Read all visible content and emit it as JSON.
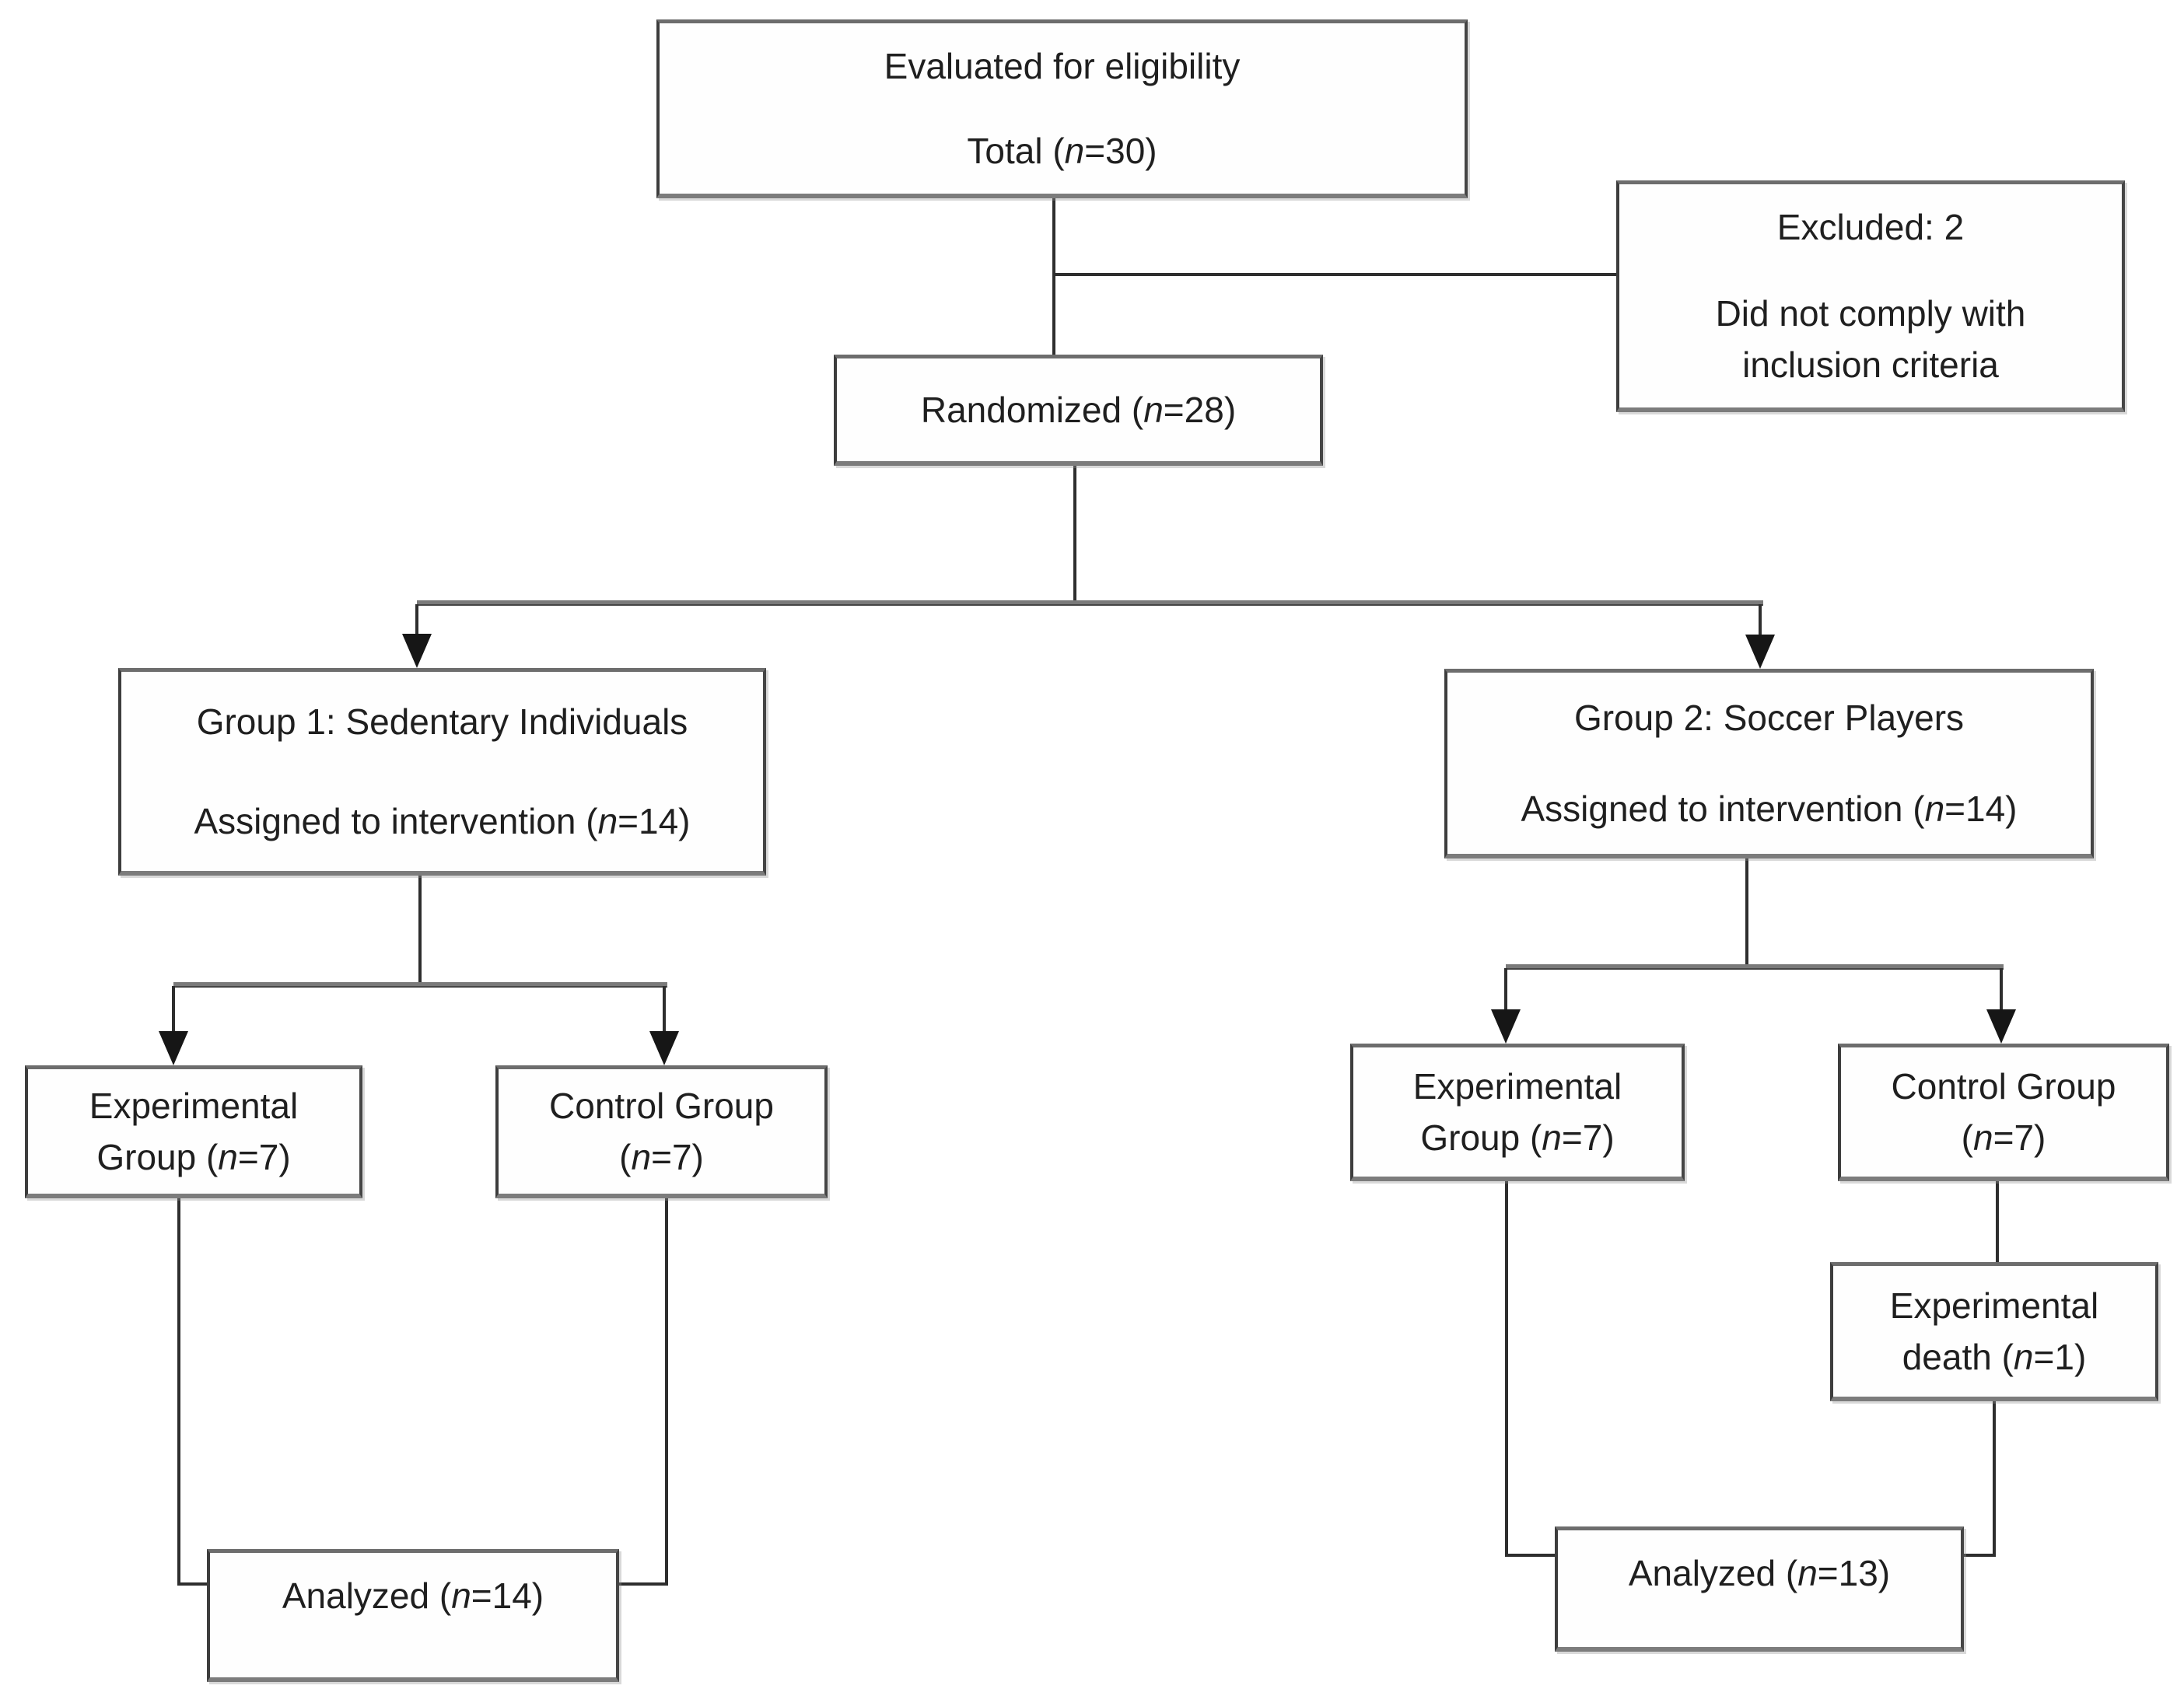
{
  "palette": {
    "background": "#ffffff",
    "box_fill": "#fefefe",
    "box_border_dark": "#454545",
    "box_border_soft": "#7c7c7c",
    "connector_line": "#2e2e2e",
    "split_line": "#7a7a7a",
    "arrowhead": "#161616",
    "text": "#1f1f1f"
  },
  "diagram": {
    "kind": "participant-flow-diagram",
    "nodes": {
      "eligibility": {
        "lines": [
          "Evaluated for eligibility",
          "Total (n=30)"
        ]
      },
      "excluded": {
        "lines": [
          "Excluded: 2",
          "Did not comply with",
          "inclusion criteria"
        ]
      },
      "randomized": {
        "lines": [
          "Randomized (n=28)"
        ]
      },
      "group1": {
        "lines": [
          "Group 1: Sedentary Individuals",
          "Assigned to intervention (n=14)"
        ]
      },
      "group2": {
        "lines": [
          "Group 2: Soccer Players",
          "Assigned to intervention (n=14)"
        ]
      },
      "exp1": {
        "lines": [
          "Experimental",
          "Group (n=7)"
        ]
      },
      "ctrl1": {
        "lines": [
          "Control Group",
          "(n=7)"
        ]
      },
      "exp2": {
        "lines": [
          "Experimental",
          "Group (n=7)"
        ]
      },
      "ctrl2": {
        "lines": [
          "Control Group",
          "(n=7)"
        ]
      },
      "death": {
        "lines": [
          "Experimental",
          "death (n=1)"
        ]
      },
      "analyzed1": {
        "lines": [
          "Analyzed (n=14)"
        ]
      },
      "analyzed2": {
        "lines": [
          "Analyzed (n=13)"
        ]
      }
    },
    "edges": [
      {
        "from": "eligibility",
        "to": "randomized",
        "style": "line"
      },
      {
        "from": "eligibility",
        "to": "excluded",
        "style": "line"
      },
      {
        "from": "randomized",
        "to": "group1",
        "style": "arrow"
      },
      {
        "from": "randomized",
        "to": "group2",
        "style": "arrow"
      },
      {
        "from": "group1",
        "to": "exp1",
        "style": "arrow"
      },
      {
        "from": "group1",
        "to": "ctrl1",
        "style": "arrow"
      },
      {
        "from": "group2",
        "to": "exp2",
        "style": "arrow"
      },
      {
        "from": "group2",
        "to": "ctrl2",
        "style": "arrow"
      },
      {
        "from": "ctrl2",
        "to": "death",
        "style": "line"
      },
      {
        "from": "exp1",
        "to": "analyzed1",
        "style": "line"
      },
      {
        "from": "ctrl1",
        "to": "analyzed1",
        "style": "line"
      },
      {
        "from": "exp2",
        "to": "analyzed2",
        "style": "line"
      },
      {
        "from": "death",
        "to": "analyzed2",
        "style": "line"
      }
    ]
  }
}
